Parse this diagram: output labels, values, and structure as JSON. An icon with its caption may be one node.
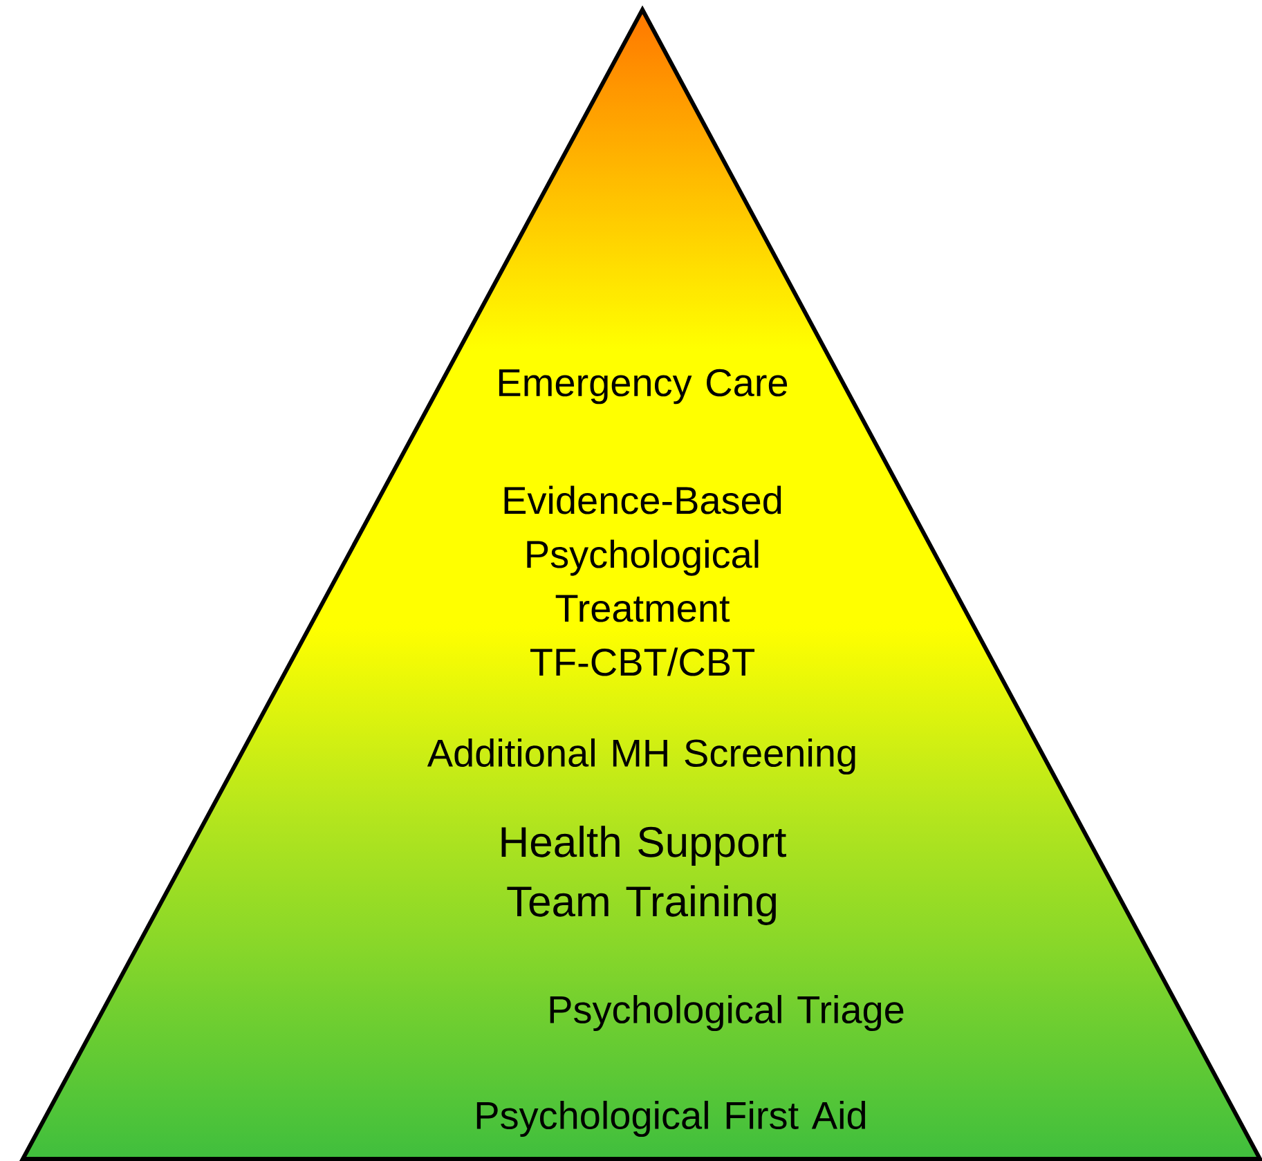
{
  "diagram": {
    "nodes": [
      {
        "text": [
          "Emergency Care",
          "Evidence-Based Psychological Treatment TF-CBT/CBT",
          "Additional MH Screening",
          "Health Support Team Training",
          "Psychological Triage",
          "Psychological First Aid"
        ]
      }
    ]
  }
}
